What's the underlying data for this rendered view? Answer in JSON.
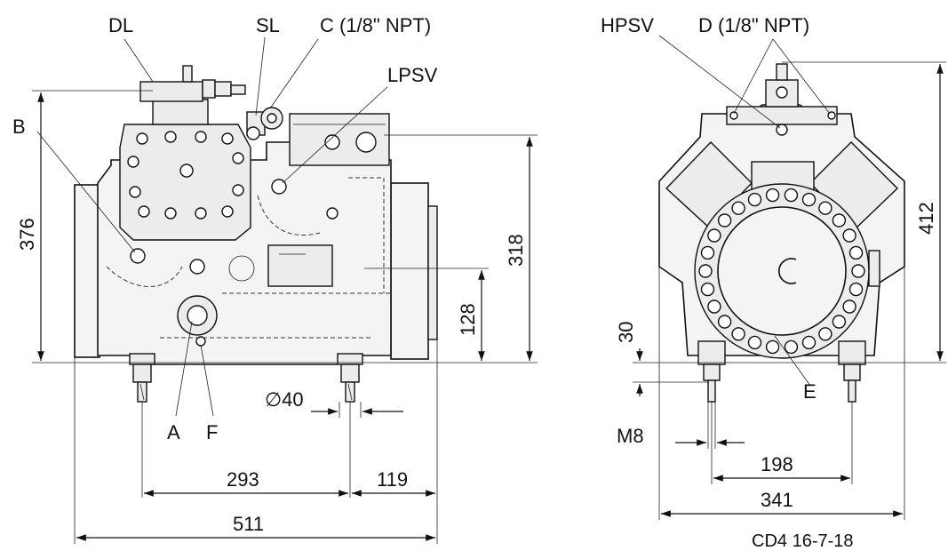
{
  "front_view": {
    "labels": {
      "dl": "DL",
      "sl": "SL",
      "c": "C (1/8\" NPT)",
      "lpsv": "LPSV",
      "b": "B",
      "a": "A",
      "f": "F"
    },
    "dimensions": {
      "height_total": "376",
      "height_right": "318",
      "height_foot_center": "128",
      "foot_diameter": "∅40",
      "foot_spacing": "293",
      "foot_to_end": "119",
      "length_total": "511"
    }
  },
  "side_view": {
    "labels": {
      "hpsv": "HPSV",
      "d": "D (1/8\" NPT)",
      "e": "E"
    },
    "dimensions": {
      "height_total": "412",
      "foot_height": "30",
      "thread": "M8",
      "foot_spacing": "198",
      "width_total": "341"
    }
  },
  "drawing_ref": "CD4 16-7-18"
}
